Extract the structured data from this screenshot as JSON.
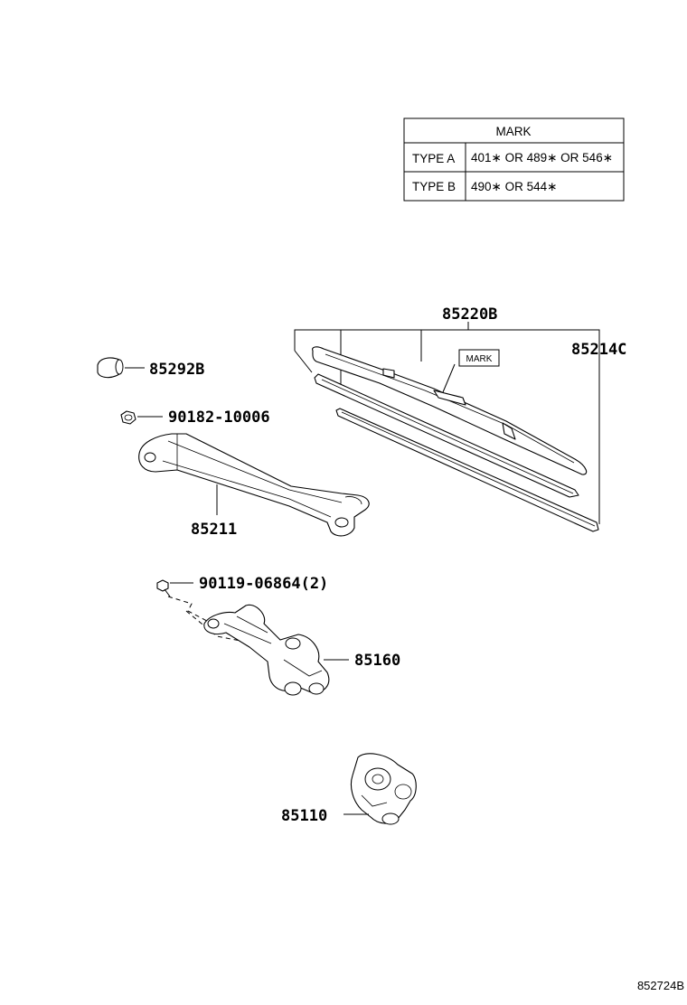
{
  "mark_table": {
    "header": "MARK",
    "rows": [
      {
        "type": "TYPE A",
        "mark": "401∗ OR 489∗ OR 546∗"
      },
      {
        "type": "TYPE B",
        "mark": "490∗ OR 544∗"
      }
    ]
  },
  "blade_mark_label": "MARK",
  "parts": [
    {
      "number": "85220B",
      "name": "wiper-blade-assembly"
    },
    {
      "number": "85214C",
      "name": "wiper-blade-rubber"
    },
    {
      "number": "85292B",
      "name": "wiper-arm-cap"
    },
    {
      "number": "90182-10006",
      "name": "arm-nut"
    },
    {
      "number": "85211",
      "name": "wiper-arm"
    },
    {
      "number": "90119-06864(2)",
      "name": "bolt"
    },
    {
      "number": "85160",
      "name": "wiper-link-bracket"
    },
    {
      "number": "85110",
      "name": "wiper-motor"
    }
  ],
  "illustration_code": "852724B"
}
